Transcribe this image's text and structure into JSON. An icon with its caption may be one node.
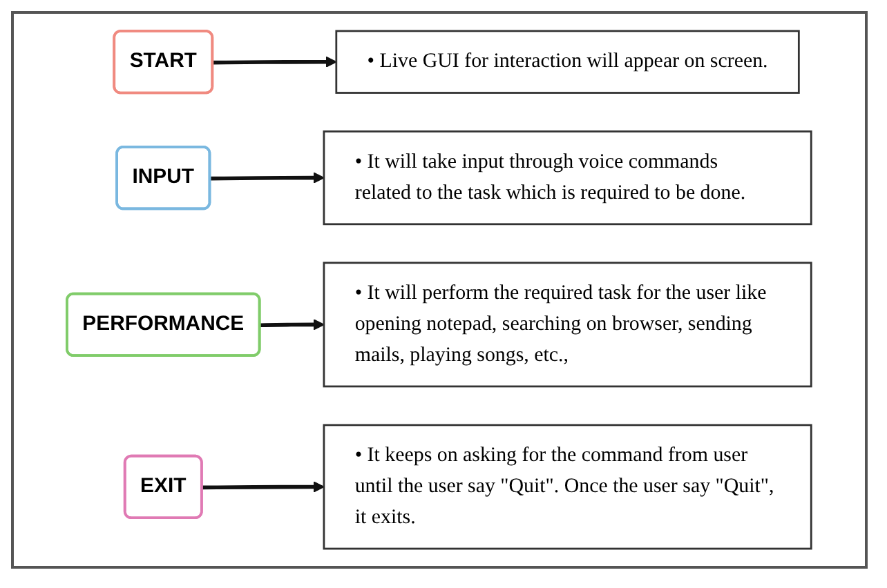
{
  "diagram": {
    "nodes": [
      {
        "text": [
          "START"
        ]
      },
      {
        "text": [
          "• Live GUI for interaction will appear on screen."
        ]
      },
      {
        "text": [
          "INPUT"
        ]
      },
      {
        "text": [
          "• It will take input through voice commands related to the task which is required to be done."
        ]
      },
      {
        "text": [
          "PERFORMANCE"
        ]
      },
      {
        "text": [
          "• It will perform the required task for the user like opening notepad, searching on browser, sending mails, playing songs, etc.,"
        ]
      },
      {
        "text": [
          "EXIT"
        ]
      },
      {
        "text": [
          "• It keeps on asking for the command from user until the user say \"Quit\". Once the user say \"Quit\", it exits."
        ]
      }
    ],
    "edges": [
      {
        "from": 0,
        "to": 1,
        "arrow": "to"
      },
      {
        "from": 2,
        "to": 3,
        "arrow": "to"
      },
      {
        "from": 4,
        "to": 5,
        "arrow": "to"
      },
      {
        "from": 6,
        "to": 7,
        "arrow": "to"
      }
    ]
  }
}
